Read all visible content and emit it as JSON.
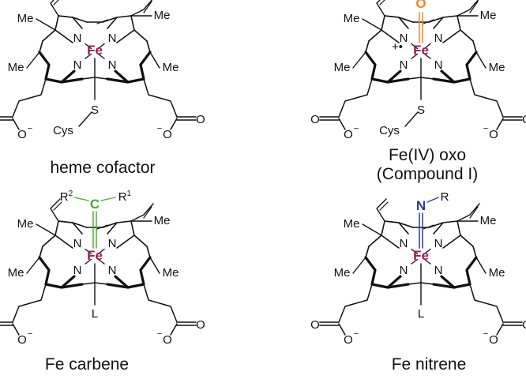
{
  "colors": {
    "iron": "#a0185a",
    "oxo": "#f0851f",
    "carbene": "#4aae2a",
    "nitrene": "#2e3d9a",
    "bond": "#111111"
  },
  "labels": {
    "iron": "Fe",
    "nitrogen": "N",
    "methyl": "Me",
    "carbonyl_o": "O",
    "minus": "−",
    "cys": "Cys",
    "sulfur": "S",
    "ligand": "L",
    "radical_cation": "+•",
    "oxo": "O",
    "carbon": "C",
    "r": "R",
    "r1": "R",
    "r1_sup": "1",
    "r2": "R",
    "r2_sup": "2"
  },
  "panels": [
    {
      "id": "heme",
      "caption": "heme cofactor"
    },
    {
      "id": "oxo",
      "caption_line1": "Fe(IV) oxo",
      "caption_line2": "(Compound I)"
    },
    {
      "id": "carbene",
      "caption": "Fe carbene"
    },
    {
      "id": "nitrene",
      "caption": "Fe nitrene"
    }
  ]
}
